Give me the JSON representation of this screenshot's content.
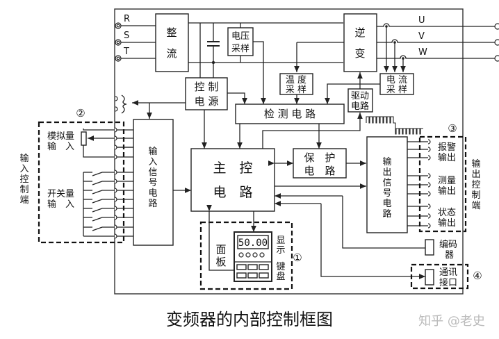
{
  "title": "变频器的内部控制框图",
  "watermark": "知乎 @老史",
  "inputs": {
    "r": "R",
    "s": "S",
    "t": "T"
  },
  "outputs": {
    "u": "U",
    "v": "V",
    "w": "W"
  },
  "blocks": {
    "rectifier": [
      "整",
      "流"
    ],
    "voltage_sampling": [
      "电压",
      "采样"
    ],
    "inverter": [
      "逆",
      "变"
    ],
    "temp_sampling": [
      "温 度",
      "采 样"
    ],
    "current_sampling": [
      "电 流",
      "采 样"
    ],
    "control_power": [
      "控 制",
      "电 源"
    ],
    "detection_circuit": "检 测 电 路",
    "drive_circuit": [
      "驱动",
      "电路"
    ],
    "input_signal_circuit": [
      "输",
      "入",
      "信",
      "号",
      "电",
      "路"
    ],
    "main_control": [
      "主　控",
      "电　路"
    ],
    "protection_circuit": [
      "保　护",
      "电　路"
    ],
    "output_signal_circuit": [
      "输",
      "出",
      "信",
      "号",
      "电",
      "路"
    ],
    "encoder": [
      "编码",
      "器"
    ],
    "communication": [
      "通讯",
      "接口"
    ]
  },
  "panel": {
    "label": [
      "面",
      "板"
    ],
    "display_value": "50.00",
    "display_label": [
      "显",
      "示"
    ],
    "keyboard_label": [
      "键",
      "盘"
    ],
    "marker": "①"
  },
  "input_group": {
    "marker": "②",
    "analog_label": [
      "模拟量",
      "输　入"
    ],
    "switch_label": [
      "开关量",
      "输　入"
    ],
    "side_label": [
      "输",
      "入",
      "控",
      "制",
      "端"
    ]
  },
  "output_group": {
    "marker": "③",
    "alarm_label": [
      "报警",
      "输出"
    ],
    "measure_label": [
      "测量",
      "输出"
    ],
    "status_label": [
      "状态",
      "输出"
    ],
    "side_label": [
      "输",
      "出",
      "控",
      "制",
      "端"
    ]
  },
  "comm_group": {
    "marker": "④"
  }
}
